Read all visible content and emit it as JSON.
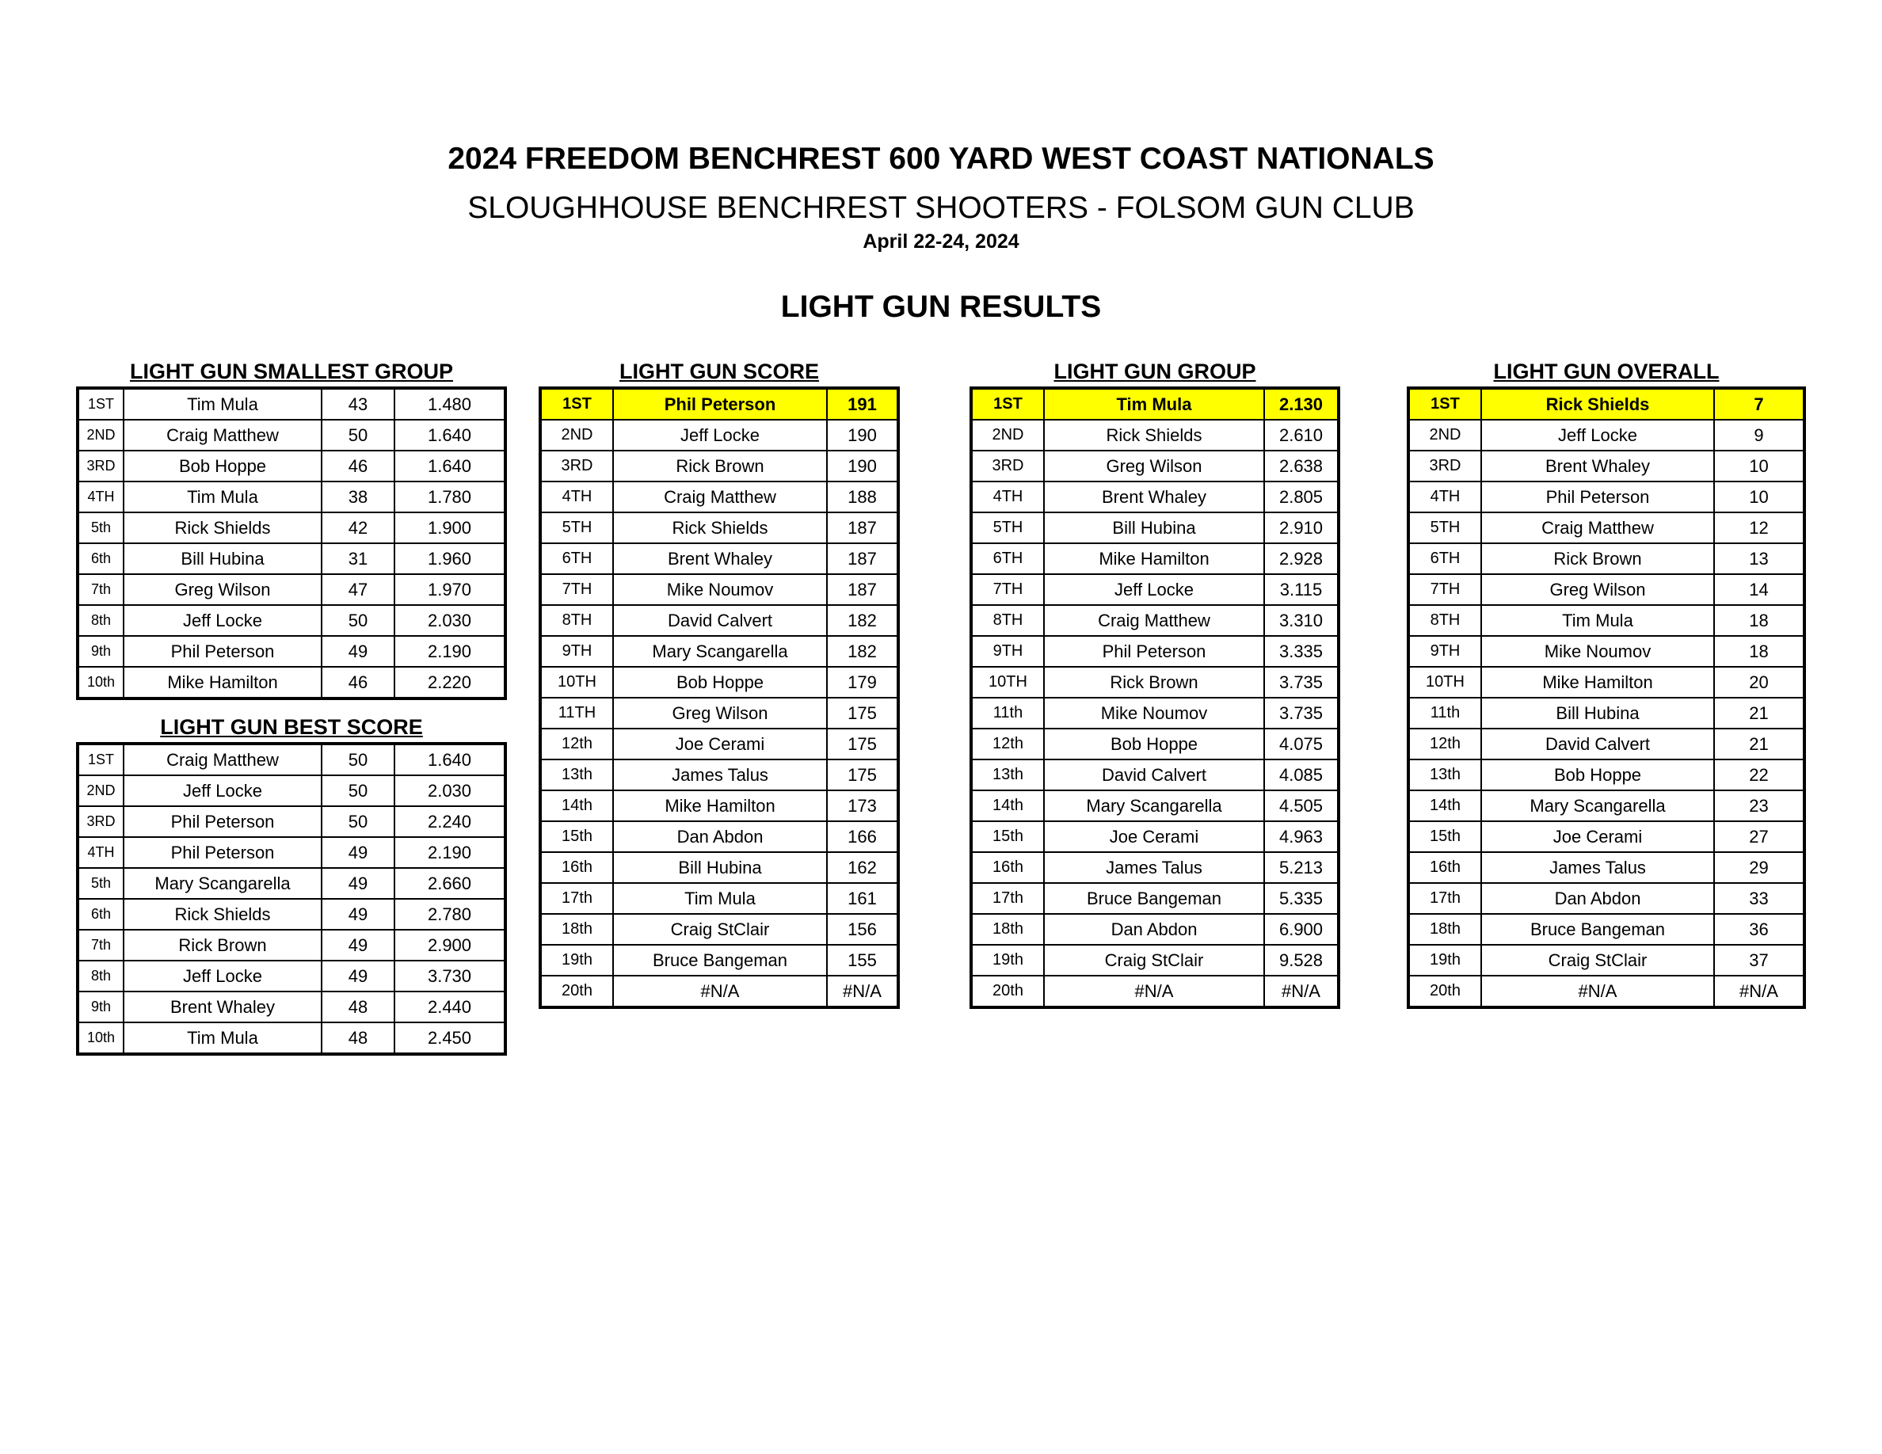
{
  "header": {
    "title": "2024 FREEDOM BENCHREST 600 YARD WEST COAST NATIONALS",
    "subtitle": "SLOUGHHOUSE BENCHREST SHOOTERS - FOLSOM GUN CLUB",
    "dates": "April 22-24, 2024",
    "results_title": "LIGHT GUN RESULTS"
  },
  "colors": {
    "highlight": "#ffff00"
  },
  "smallest_group": {
    "title": "LIGHT GUN SMALLEST GROUP",
    "rows": [
      {
        "place": "1ST",
        "name": "Tim Mula",
        "score": "43",
        "group": "1.480"
      },
      {
        "place": "2ND",
        "name": "Craig Matthew",
        "score": "50",
        "group": "1.640"
      },
      {
        "place": "3RD",
        "name": "Bob Hoppe",
        "score": "46",
        "group": "1.640"
      },
      {
        "place": "4TH",
        "name": "Tim Mula",
        "score": "38",
        "group": "1.780"
      },
      {
        "place": "5th",
        "name": "Rick Shields",
        "score": "42",
        "group": "1.900"
      },
      {
        "place": "6th",
        "name": "Bill Hubina",
        "score": "31",
        "group": "1.960"
      },
      {
        "place": "7th",
        "name": "Greg Wilson",
        "score": "47",
        "group": "1.970"
      },
      {
        "place": "8th",
        "name": "Jeff Locke",
        "score": "50",
        "group": "2.030"
      },
      {
        "place": "9th",
        "name": "Phil Peterson",
        "score": "49",
        "group": "2.190"
      },
      {
        "place": "10th",
        "name": "Mike Hamilton",
        "score": "46",
        "group": "2.220"
      }
    ]
  },
  "best_score": {
    "title": "LIGHT GUN BEST SCORE",
    "rows": [
      {
        "place": "1ST",
        "name": "Craig Matthew",
        "score": "50",
        "group": "1.640"
      },
      {
        "place": "2ND",
        "name": "Jeff Locke",
        "score": "50",
        "group": "2.030"
      },
      {
        "place": "3RD",
        "name": "Phil Peterson",
        "score": "50",
        "group": "2.240"
      },
      {
        "place": "4TH",
        "name": "Phil Peterson",
        "score": "49",
        "group": "2.190"
      },
      {
        "place": "5th",
        "name": "Mary Scangarella",
        "score": "49",
        "group": "2.660"
      },
      {
        "place": "6th",
        "name": "Rick Shields",
        "score": "49",
        "group": "2.780"
      },
      {
        "place": "7th",
        "name": "Rick Brown",
        "score": "49",
        "group": "2.900"
      },
      {
        "place": "8th",
        "name": "Jeff Locke",
        "score": "49",
        "group": "3.730"
      },
      {
        "place": "9th",
        "name": "Brent Whaley",
        "score": "48",
        "group": "2.440"
      },
      {
        "place": "10th",
        "name": "Tim Mula",
        "score": "48",
        "group": "2.450"
      }
    ]
  },
  "score": {
    "title": "LIGHT GUN SCORE",
    "rows": [
      {
        "place": "1ST",
        "name": "Phil Peterson",
        "value": "191"
      },
      {
        "place": "2ND",
        "name": "Jeff Locke",
        "value": "190"
      },
      {
        "place": "3RD",
        "name": "Rick Brown",
        "value": "190"
      },
      {
        "place": "4TH",
        "name": "Craig Matthew",
        "value": "188"
      },
      {
        "place": "5TH",
        "name": "Rick Shields",
        "value": "187"
      },
      {
        "place": "6TH",
        "name": "Brent Whaley",
        "value": "187"
      },
      {
        "place": "7TH",
        "name": "Mike Noumov",
        "value": "187"
      },
      {
        "place": "8TH",
        "name": "David Calvert",
        "value": "182"
      },
      {
        "place": "9TH",
        "name": "Mary Scangarella",
        "value": "182"
      },
      {
        "place": "10TH",
        "name": "Bob Hoppe",
        "value": "179"
      },
      {
        "place": "11TH",
        "name": "Greg Wilson",
        "value": "175"
      },
      {
        "place": "12th",
        "name": "Joe Cerami",
        "value": "175"
      },
      {
        "place": "13th",
        "name": "James Talus",
        "value": "175"
      },
      {
        "place": "14th",
        "name": "Mike Hamilton",
        "value": "173"
      },
      {
        "place": "15th",
        "name": "Dan Abdon",
        "value": "166"
      },
      {
        "place": "16th",
        "name": "Bill Hubina",
        "value": "162"
      },
      {
        "place": "17th",
        "name": "Tim Mula",
        "value": "161"
      },
      {
        "place": "18th",
        "name": "Craig StClair",
        "value": "156"
      },
      {
        "place": "19th",
        "name": "Bruce Bangeman",
        "value": "155"
      },
      {
        "place": "20th",
        "name": "#N/A",
        "value": "#N/A"
      }
    ]
  },
  "group": {
    "title": "LIGHT GUN GROUP",
    "rows": [
      {
        "place": "1ST",
        "name": "Tim Mula",
        "value": "2.130"
      },
      {
        "place": "2ND",
        "name": "Rick Shields",
        "value": "2.610"
      },
      {
        "place": "3RD",
        "name": "Greg Wilson",
        "value": "2.638"
      },
      {
        "place": "4TH",
        "name": "Brent Whaley",
        "value": "2.805"
      },
      {
        "place": "5TH",
        "name": "Bill Hubina",
        "value": "2.910"
      },
      {
        "place": "6TH",
        "name": "Mike Hamilton",
        "value": "2.928"
      },
      {
        "place": "7TH",
        "name": "Jeff Locke",
        "value": "3.115"
      },
      {
        "place": "8TH",
        "name": "Craig Matthew",
        "value": "3.310"
      },
      {
        "place": "9TH",
        "name": "Phil Peterson",
        "value": "3.335"
      },
      {
        "place": "10TH",
        "name": "Rick Brown",
        "value": "3.735"
      },
      {
        "place": "11th",
        "name": "Mike Noumov",
        "value": "3.735"
      },
      {
        "place": "12th",
        "name": "Bob Hoppe",
        "value": "4.075"
      },
      {
        "place": "13th",
        "name": "David Calvert",
        "value": "4.085"
      },
      {
        "place": "14th",
        "name": "Mary Scangarella",
        "value": "4.505"
      },
      {
        "place": "15th",
        "name": "Joe Cerami",
        "value": "4.963"
      },
      {
        "place": "16th",
        "name": "James Talus",
        "value": "5.213"
      },
      {
        "place": "17th",
        "name": "Bruce Bangeman",
        "value": "5.335"
      },
      {
        "place": "18th",
        "name": "Dan Abdon",
        "value": "6.900"
      },
      {
        "place": "19th",
        "name": "Craig StClair",
        "value": "9.528"
      },
      {
        "place": "20th",
        "name": "#N/A",
        "value": "#N/A"
      }
    ]
  },
  "overall": {
    "title": "LIGHT GUN OVERALL",
    "rows": [
      {
        "place": "1ST",
        "name": "Rick Shields",
        "value": "7"
      },
      {
        "place": "2ND",
        "name": "Jeff Locke",
        "value": "9"
      },
      {
        "place": "3RD",
        "name": "Brent Whaley",
        "value": "10"
      },
      {
        "place": "4TH",
        "name": "Phil Peterson",
        "value": "10"
      },
      {
        "place": "5TH",
        "name": "Craig Matthew",
        "value": "12"
      },
      {
        "place": "6TH",
        "name": "Rick Brown",
        "value": "13"
      },
      {
        "place": "7TH",
        "name": "Greg Wilson",
        "value": "14"
      },
      {
        "place": "8TH",
        "name": "Tim Mula",
        "value": "18"
      },
      {
        "place": "9TH",
        "name": "Mike Noumov",
        "value": "18"
      },
      {
        "place": "10TH",
        "name": "Mike Hamilton",
        "value": "20"
      },
      {
        "place": "11th",
        "name": "Bill Hubina",
        "value": "21"
      },
      {
        "place": "12th",
        "name": "David Calvert",
        "value": "21"
      },
      {
        "place": "13th",
        "name": "Bob Hoppe",
        "value": "22"
      },
      {
        "place": "14th",
        "name": "Mary Scangarella",
        "value": "23"
      },
      {
        "place": "15th",
        "name": "Joe Cerami",
        "value": "27"
      },
      {
        "place": "16th",
        "name": "James Talus",
        "value": "29"
      },
      {
        "place": "17th",
        "name": "Dan Abdon",
        "value": "33"
      },
      {
        "place": "18th",
        "name": "Bruce Bangeman",
        "value": "36"
      },
      {
        "place": "19th",
        "name": "Craig StClair",
        "value": "37"
      },
      {
        "place": "20th",
        "name": "#N/A",
        "value": "#N/A"
      }
    ]
  }
}
